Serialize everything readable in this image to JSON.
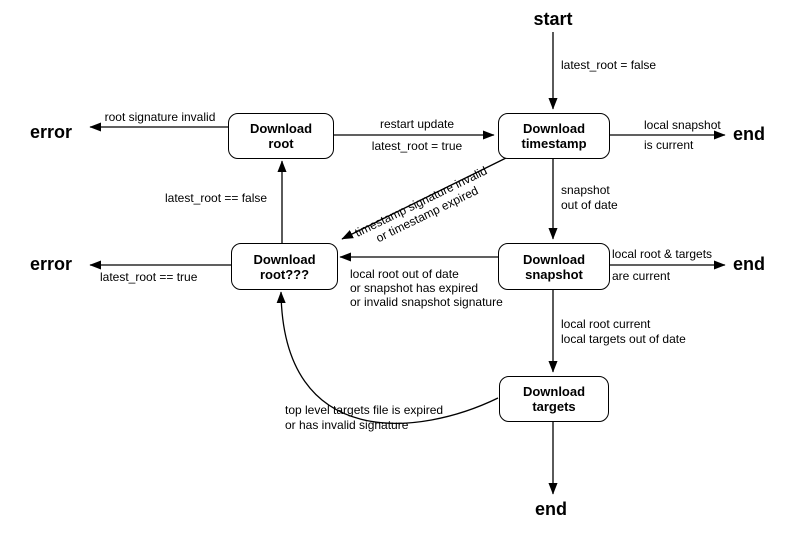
{
  "diagram": {
    "terminals": {
      "start": "start",
      "end_top": "end",
      "end_mid": "end",
      "end_bottom": "end",
      "error_top": "error",
      "error_mid": "error"
    },
    "nodes": {
      "download_root": {
        "line1": "Download",
        "line2": "root"
      },
      "download_timestamp": {
        "line1": "Download",
        "line2": "timestamp"
      },
      "download_root_again": {
        "line1": "Download",
        "line2": "root???"
      },
      "download_snapshot": {
        "line1": "Download",
        "line2": "snapshot"
      },
      "download_targets": {
        "line1": "Download",
        "line2": "targets"
      }
    },
    "edge_labels": {
      "start_to_timestamp": "latest_root = false",
      "timestamp_to_end_1": "local snapshot",
      "timestamp_to_end_2": "is current",
      "root_to_timestamp_1": "restart update",
      "root_to_timestamp_2": "latest_root = true",
      "root_to_error": "root signature invalid",
      "timestamp_to_root_again_1": "timestamp signature invalid",
      "timestamp_to_root_again_2": "or timestamp expired",
      "timestamp_to_snapshot_1": "snapshot",
      "timestamp_to_snapshot_2": "out of date",
      "snapshot_to_end_1": "local root & targets",
      "snapshot_to_end_2": "are current",
      "snapshot_to_root_again_1": "local root out of date",
      "snapshot_to_root_again_2": "or snapshot has expired",
      "snapshot_to_root_again_3": "or invalid snapshot signature",
      "root_again_to_error": "latest_root == true",
      "root_again_to_root": "latest_root == false",
      "snapshot_to_targets_1": "local root current",
      "snapshot_to_targets_2": "local targets out of date",
      "targets_to_root_again_1": "top level targets file is expired",
      "targets_to_root_again_2": "or has invalid signature"
    },
    "colors": {
      "background": "#ffffff",
      "line": "#000000",
      "text": "#000000",
      "node_fill": "#ffffff"
    }
  }
}
